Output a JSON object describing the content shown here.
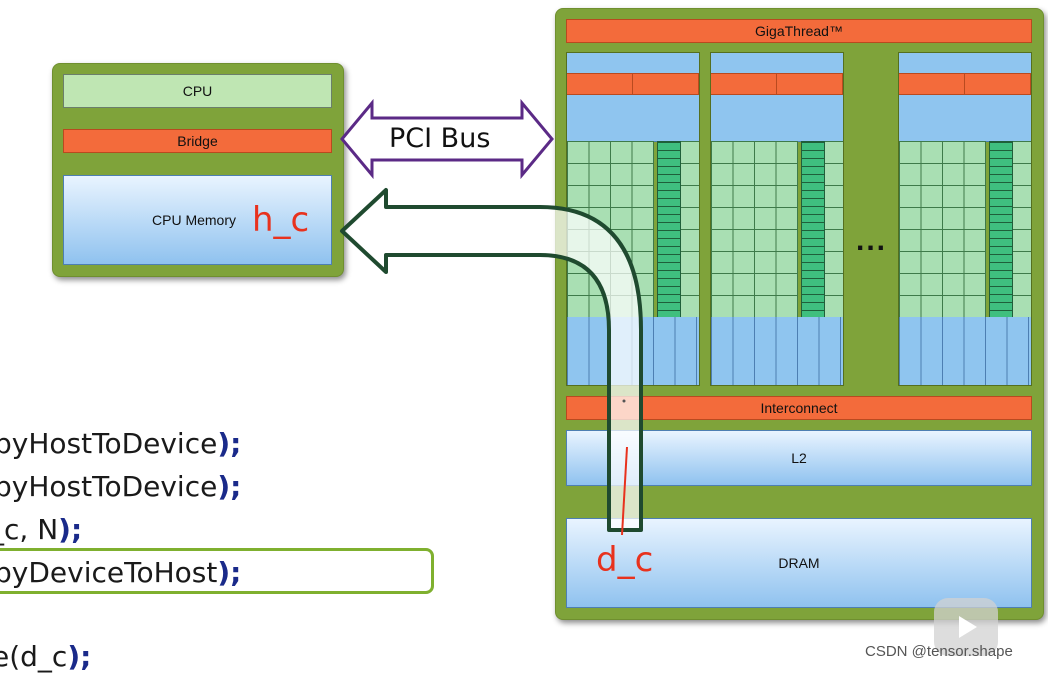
{
  "host": {
    "cpu_label": "CPU",
    "bridge_label": "Bridge",
    "memory_label": "CPU Memory",
    "host_var": "h_c"
  },
  "bus": {
    "label": "PCI Bus"
  },
  "gpu": {
    "gigathread_label": "GigaThread™",
    "ellipsis": "...",
    "interconnect_label": "Interconnect",
    "l2_label": "L2",
    "dram_label": "DRAM",
    "device_var": "d_c"
  },
  "code": {
    "lines": [
      {
        "text": "pyHostToDevice",
        "close": ");"
      },
      {
        "text": "pyHostToDevice",
        "close": ");"
      },
      {
        "text": "_c, N",
        "close": ");"
      },
      {
        "text": "pyDeviceToHost",
        "close": ");"
      },
      {
        "text": "e(d_c",
        "close": ");"
      }
    ]
  },
  "watermark": "CSDN @tensor.shape",
  "colors": {
    "panel_green": "#7fa33a",
    "orange": "#f36b3b",
    "blue": "#8fc5ef",
    "arrow_purple": "#5b2a86",
    "arrow_dark_green": "#1f4a2f",
    "handwriting_red": "#e8321e"
  }
}
